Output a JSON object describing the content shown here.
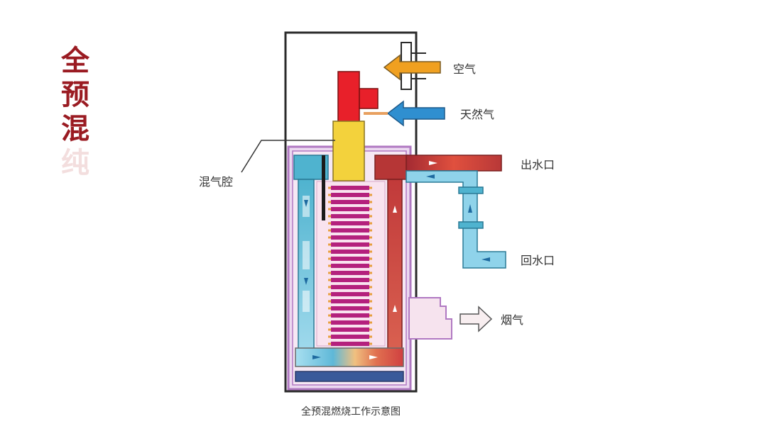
{
  "title": [
    "全",
    "预",
    "混",
    "纯"
  ],
  "labels": {
    "air": "空气",
    "gas": "天然气",
    "mix_chamber": "混气腔",
    "water_out": "出水口",
    "water_return": "回水口",
    "flue": "烟气"
  },
  "caption": "全预混燃烧工作示意图",
  "colors": {
    "title": "#9a1b22",
    "burner": "#e8202a",
    "mix_chamber": "#f3d23c",
    "air_arrow": "#f0a020",
    "gas_arrow": "#2f8fd0",
    "cool_water": "#8fd3ea",
    "hot_water": "#c83a3a",
    "casing": "#b079c2",
    "combustion_zone": "#f9e3ef",
    "heat_fins": "#b4217d"
  }
}
